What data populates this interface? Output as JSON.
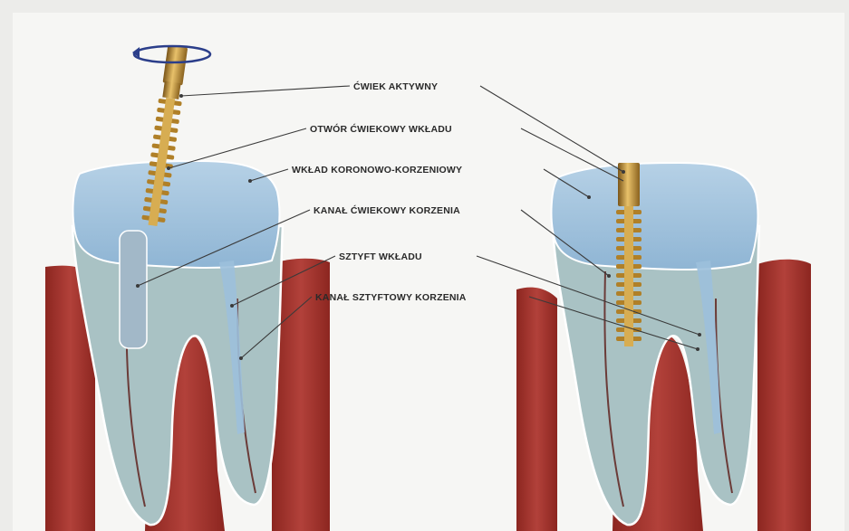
{
  "labels": {
    "active_screw": "ĆWIEK AKTYWNY",
    "post_screw_hole": "OTWÓR ĆWIEKOWY WKŁADU",
    "crown_root_post": "WKŁAD KORONOWO-KORZENIOWY",
    "root_screw_canal": "KANAŁ ĆWIEKOWY KORZENIA",
    "post_pin": "SZTYFT WKŁADU",
    "root_pin_canal": "KANAŁ SZTYFTOWY KORZENIA"
  },
  "colors": {
    "background": "#ececea",
    "panel": "#f6f6f4",
    "gum": "#a8352c",
    "gum_dark": "#7e1f1a",
    "tooth_root": "#a9c2c4",
    "crown_blue": "#9cc0dc",
    "screw_gold": "#c89a3a",
    "label": "#2a2a2a"
  },
  "icons": {
    "rotation": "rotation-arrow-icon"
  }
}
